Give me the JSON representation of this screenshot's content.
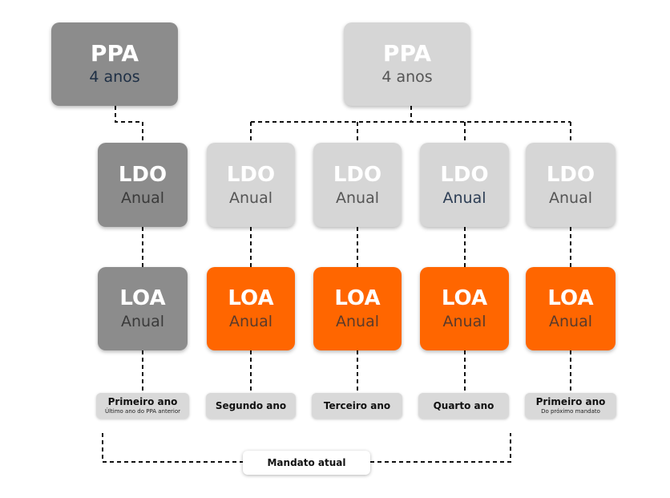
{
  "colors": {
    "dark_box": "#8c8c8c",
    "light_box": "#d6d6d6",
    "orange_box": "#ff6600",
    "label_pill": "#d9d9d9"
  },
  "previous_cycle": {
    "ppa": {
      "title": "PPA",
      "subtitle": "4 anos"
    },
    "ldo": {
      "title": "LDO",
      "subtitle": "Anual"
    },
    "loa": {
      "title": "LOA",
      "subtitle": "Anual"
    },
    "label": {
      "title": "Primeiro ano",
      "subtitle": "Último ano do PPA anterior"
    }
  },
  "current_cycle": {
    "ppa": {
      "title": "PPA",
      "subtitle": "4 anos"
    },
    "years": [
      {
        "ldo": {
          "title": "LDO",
          "subtitle": "Anual"
        },
        "loa": {
          "title": "LOA",
          "subtitle": "Anual"
        },
        "label": {
          "title": "Segundo ano",
          "subtitle": ""
        }
      },
      {
        "ldo": {
          "title": "LDO",
          "subtitle": "Anual"
        },
        "loa": {
          "title": "LOA",
          "subtitle": "Anual"
        },
        "label": {
          "title": "Terceiro ano",
          "subtitle": ""
        }
      },
      {
        "ldo": {
          "title": "LDO",
          "subtitle": "Anual"
        },
        "loa": {
          "title": "LOA",
          "subtitle": "Anual"
        },
        "label": {
          "title": "Quarto ano",
          "subtitle": ""
        }
      },
      {
        "ldo": {
          "title": "LDO",
          "subtitle": "Anual"
        },
        "loa": {
          "title": "LOA",
          "subtitle": "Anual"
        },
        "label": {
          "title": "Primeiro ano",
          "subtitle": "Do próximo mandato"
        }
      }
    ]
  },
  "mandate": {
    "label": "Mandato atual"
  }
}
